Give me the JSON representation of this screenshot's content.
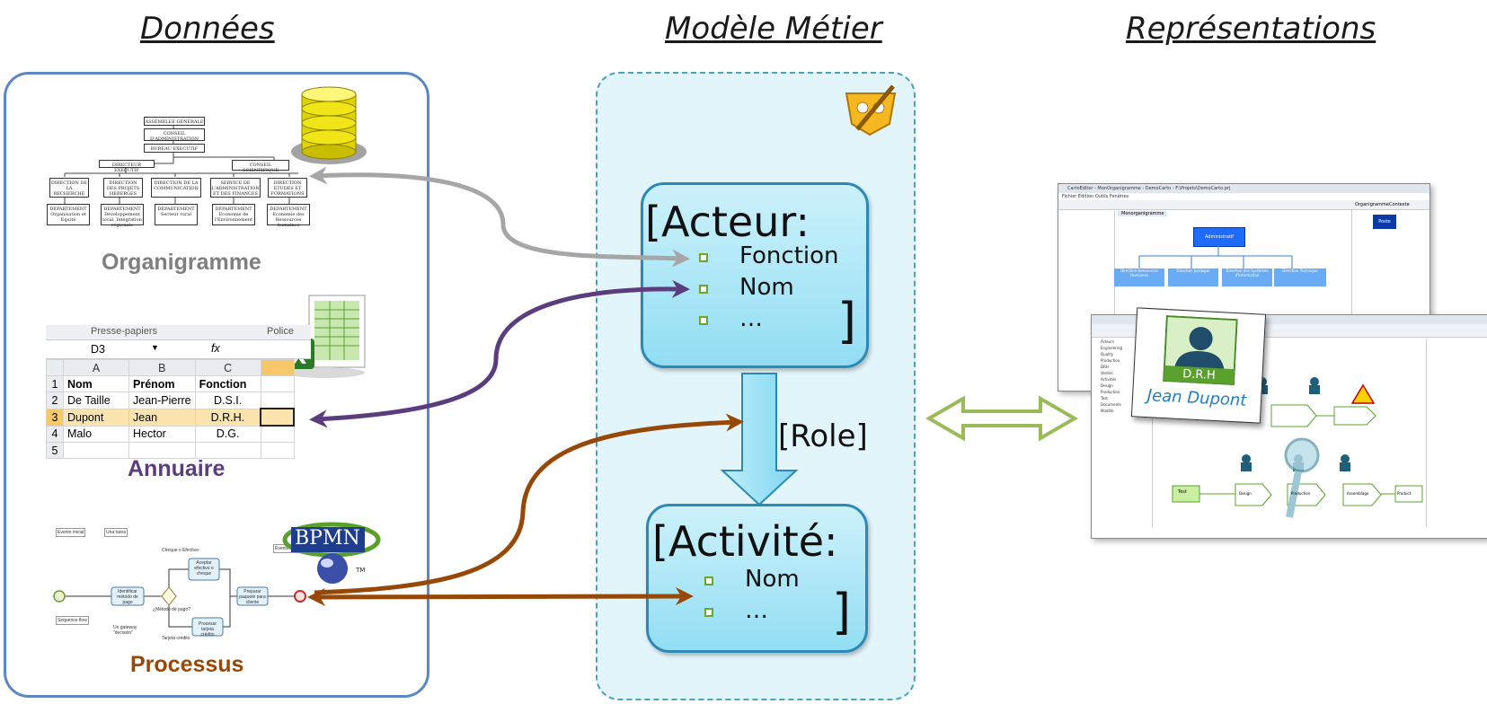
{
  "headings": {
    "donnees": "Données",
    "modele": "Modèle Métier",
    "representations": "Représentations"
  },
  "sources": {
    "organigramme": {
      "label": "Organigramme",
      "color": "#7f7f7f",
      "boxes": [
        "ASSEMBLEE GENERALE",
        "CONSEIL D'ADMINISTRATION",
        "BUREAU EXECUTIF",
        "DIRECTEUR EXECUTIF",
        "CONSEIL SCIENTIFIQUE",
        "DIRECTION DE LA RECHERCHE",
        "DIRECTION DES PROJETS HEBERGES",
        "DIRECTION DE LA COMMUNICATION",
        "SERVICE DE L'ADMINISTRATION ET DES FINANCES",
        "DIRECTION ETUDES ET FORMATIONS",
        "DEPARTEMENT Organisation et Equité",
        "DEPARTEMENT Développement local, Intégration régionale",
        "DEPARTEMENT Secteur rural",
        "DEPARTEMENT Economie de l'Environnement",
        "DEPARTEMENT Economie des Ressources humaines"
      ]
    },
    "annuaire": {
      "label": "Annuaire",
      "color": "#5b3d7e",
      "ribbon": [
        "Presse-papiers",
        "Police"
      ],
      "namebox": "D3",
      "formula_icon": "fx",
      "col_headers": [
        "A",
        "B",
        "C"
      ],
      "rows": [
        {
          "n": "1",
          "cells": [
            "Nom",
            "Prénom",
            "Fonction"
          ]
        },
        {
          "n": "2",
          "cells": [
            "De Taille",
            "Jean-Pierre",
            "D.S.I."
          ]
        },
        {
          "n": "3",
          "cells": [
            "Dupont",
            "Jean",
            "D.R.H."
          ]
        },
        {
          "n": "4",
          "cells": [
            "Malo",
            "Hector",
            "D.G."
          ]
        },
        {
          "n": "5",
          "cells": [
            "",
            "",
            ""
          ]
        }
      ]
    },
    "processus": {
      "label": "Processus",
      "color": "#974806",
      "bpmn_logo": "BPMN",
      "tm": "TM",
      "annotations": [
        "Evento inicial",
        "Una tarea",
        "Identificar método de pago",
        "¿Método de pago?",
        "Aceptar efectivo o cheque",
        "Procesar tarjeta crédito",
        "Preparar paquete para cliente",
        "Cheque o Efectivo",
        "Tarjeta crédito",
        "Sequence flow",
        "Un gateway \"decisión\"",
        "Evento final"
      ]
    }
  },
  "model": {
    "acteur": {
      "title": "[Acteur:",
      "items": [
        "Fonction",
        "Nom",
        "…"
      ],
      "close": "]"
    },
    "role": "[Role]",
    "activite": {
      "title": "[Activité:",
      "items": [
        "Nom",
        "…"
      ],
      "close": "]"
    }
  },
  "representation": {
    "card_title": "D.R.H",
    "card_name": "Jean Dupont",
    "app_title": "CartoEditor - MonOrganigramme - DemoCarto - F:\\Projets\\DemoCarto.prj",
    "app_menu": "Fichier  Edition  Outils  Fenêtres",
    "diagram_tab": "Monorganigramme",
    "org_root": "Administratif",
    "org_children": [
      "Direction Ressources Humaines",
      "Direction Juridique",
      "Direction des Systèmes d'Information",
      "Direction Technique"
    ],
    "side_tabs": [
      "Organigramme",
      "Contexte"
    ],
    "side_node": "Poste",
    "process_steps": [
      "Design",
      "Production",
      "Assemblage",
      "Product"
    ],
    "process_start": "Test",
    "tree_items": [
      "Acteurs",
      "Engineering",
      "Quality",
      "Production",
      "DRH",
      "Ventes",
      "Activités",
      "Design",
      "Production",
      "Test",
      "Documents",
      "Modèle"
    ]
  },
  "colors": {
    "panel_border": "#5b87c5",
    "gray_arrow": "#a6a6a6",
    "purple_arrow": "#5b3d7e",
    "brown_arrow": "#974806",
    "green_arrow": "#9bbb59",
    "box_border": "#2b8ab5",
    "box_fill": "#9fe2f5"
  }
}
